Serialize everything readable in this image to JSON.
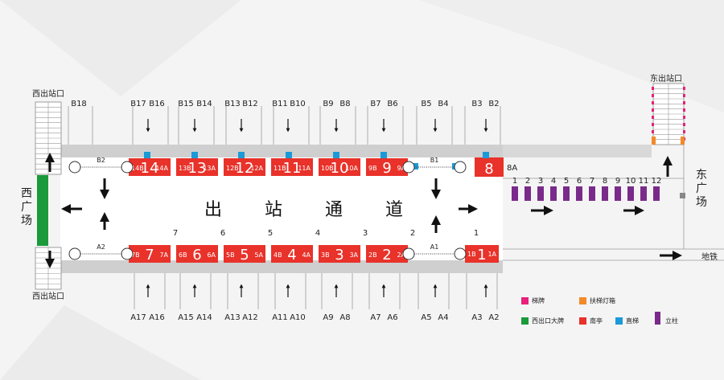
{
  "areas": {
    "west_square": "西广场",
    "east_square": "东广场",
    "exit_channel": [
      "出",
      "站",
      "通",
      "道"
    ],
    "west_exit_top": "西出站口",
    "west_exit_bottom": "西出站口",
    "east_exit": "东出站口",
    "metro": "地铁",
    "corridor_b": "B1",
    "corridor_b2": "B2",
    "corridor_a1": "A1",
    "corridor_a2": "A2"
  },
  "top_platforms": [
    "B18",
    "B17",
    "B16",
    "B15",
    "B14",
    "B13",
    "B12",
    "B11",
    "B10",
    "B9",
    "B8",
    "B7",
    "B6",
    "B5",
    "B4",
    "B3",
    "B2"
  ],
  "bottom_platforms": [
    "A17",
    "A16",
    "A15",
    "A14",
    "A13",
    "A12",
    "A11",
    "A10",
    "A9",
    "A8",
    "A7",
    "A6",
    "A5",
    "A4",
    "A3",
    "A2"
  ],
  "top_kiosks": [
    {
      "num": "14",
      "left": "14B",
      "right": "14A"
    },
    {
      "num": "13",
      "left": "13B",
      "right": "13A"
    },
    {
      "num": "12",
      "left": "12B",
      "right": "12A"
    },
    {
      "num": "11",
      "left": "11B",
      "right": "11A"
    },
    {
      "num": "10",
      "left": "10B",
      "right": "10A"
    },
    {
      "num": "9",
      "left": "9B",
      "right": "9A"
    },
    {
      "num": "8",
      "left": "",
      "right": "8A"
    }
  ],
  "bottom_kiosks": [
    {
      "num": "7",
      "left": "7B",
      "right": "7A"
    },
    {
      "num": "6",
      "left": "6B",
      "right": "6A"
    },
    {
      "num": "5",
      "left": "5B",
      "right": "5A"
    },
    {
      "num": "4",
      "left": "4B",
      "right": "4A"
    },
    {
      "num": "3",
      "left": "3B",
      "right": "3A"
    },
    {
      "num": "2",
      "left": "2B",
      "right": "2A"
    },
    {
      "num": "1",
      "left": "1B",
      "right": "1A"
    }
  ],
  "column_numbers": [
    "7",
    "6",
    "5",
    "4",
    "3",
    "2",
    "1"
  ],
  "pillars": [
    "1",
    "2",
    "3",
    "4",
    "5",
    "6",
    "7",
    "8",
    "9",
    "10",
    "11",
    "12"
  ],
  "legend": [
    {
      "label": "梯牌",
      "color": "#e8207a"
    },
    {
      "label": "扶梯灯箱",
      "color": "#f28a2a"
    },
    {
      "label": "西出口大牌",
      "color": "#1a9a3a"
    },
    {
      "label": "南亭",
      "color": "#e8322a"
    },
    {
      "label": "直梯",
      "color": "#1a9ad8"
    },
    {
      "label": "立柱",
      "color": "#7a2a8a"
    }
  ],
  "colors": {
    "kiosk": "#e8322a",
    "band": "#cfcfcf",
    "green": "#1a9a3a",
    "cyan": "#1a9ad8",
    "purple": "#7a2a8a",
    "pink": "#e8207a",
    "orange": "#f28a2a"
  }
}
